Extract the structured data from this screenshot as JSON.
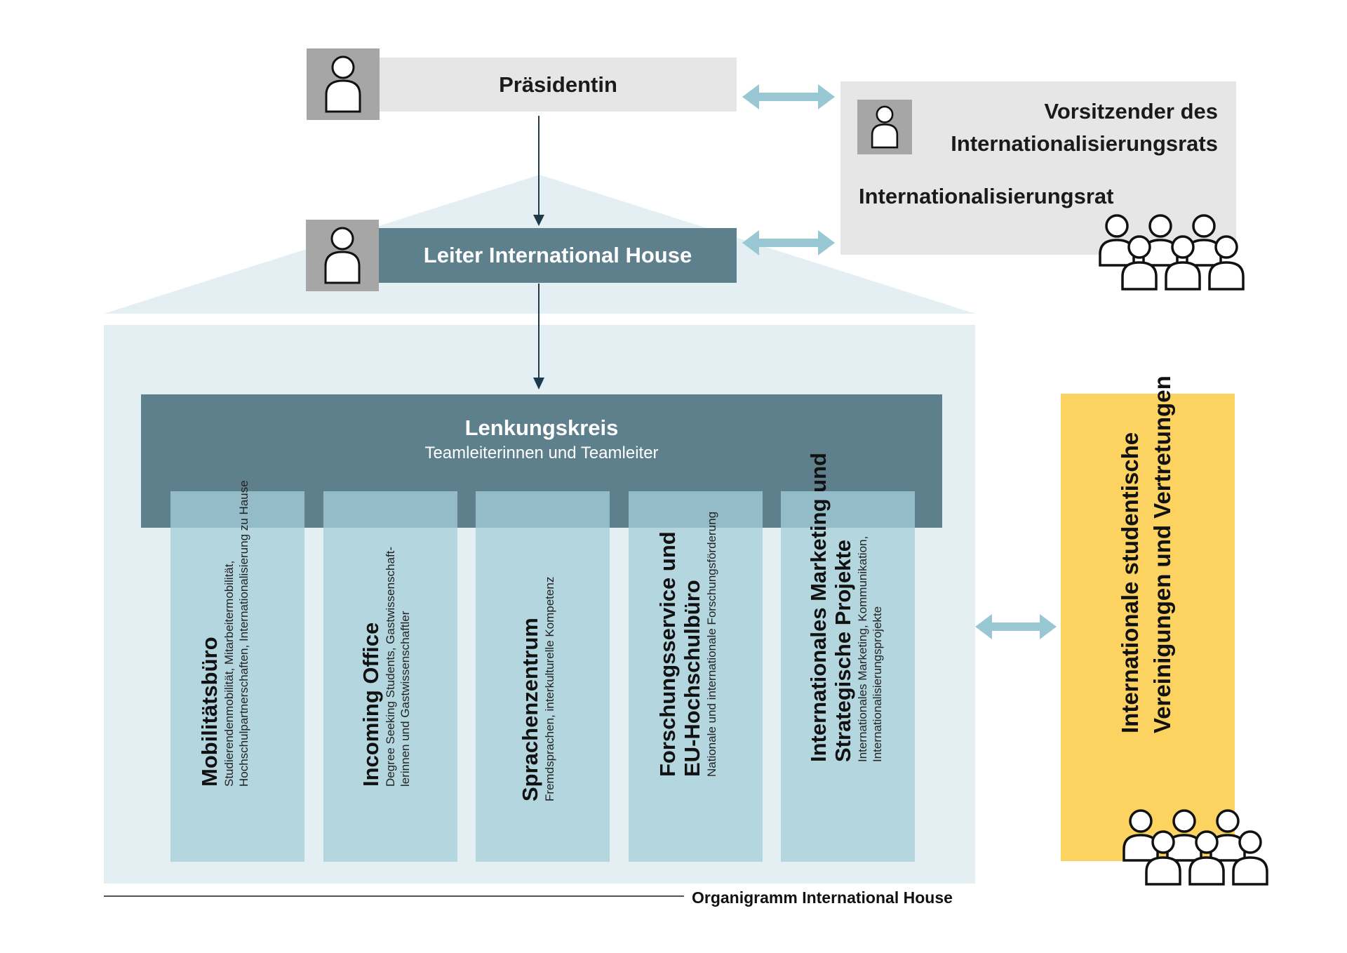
{
  "top": {
    "president": "Präsidentin",
    "chair_line1": "Vorsitzender des",
    "chair_line2": "Internationalisierungsrats",
    "council": "Internationalisierungsrat",
    "head": "Leiter International House"
  },
  "steering": {
    "title": "Lenkungskreis",
    "subtitle": "Teamleiterinnen und Teamleiter"
  },
  "pillars": [
    {
      "title": "Mobilitätsbüro",
      "desc": "Studierendenmobilität, Mitarbeitermobilität, Hochschulpartnerschaften, Internationalisierung zu Hause"
    },
    {
      "title": "Incoming Office",
      "desc": "Degree Seeking Students, Gastwissenschaft-lerinnen und Gastwissenschaftler"
    },
    {
      "title": "Sprachenzentrum",
      "desc": "Fremdsprachen, interkulturelle Kompetenz"
    },
    {
      "title": "Forschungsservice und EU-Hochschulbüro",
      "desc": "Nationale und internationale Forschungsförderung"
    },
    {
      "title": "Internationales Marketing und Strategische Projekte",
      "desc": "Internationales Marketing, Kommunikation, Internationalisierungsprojekte"
    }
  ],
  "student_groups": {
    "line1": "Internationale studentische",
    "line2": "Vereinigungen und Vertretungen"
  },
  "caption": "Organigramm International House",
  "colors": {
    "dark_teal": "#5e808c",
    "light_bg": "#e4eff3",
    "pillar": "#b4d6df",
    "grey_box": "#e6e6e6",
    "yellow": "#fcd261",
    "arrow": "#99c7d3"
  },
  "icons": [
    "person-icon",
    "group-icon",
    "double-arrow-icon",
    "down-arrow-icon"
  ]
}
